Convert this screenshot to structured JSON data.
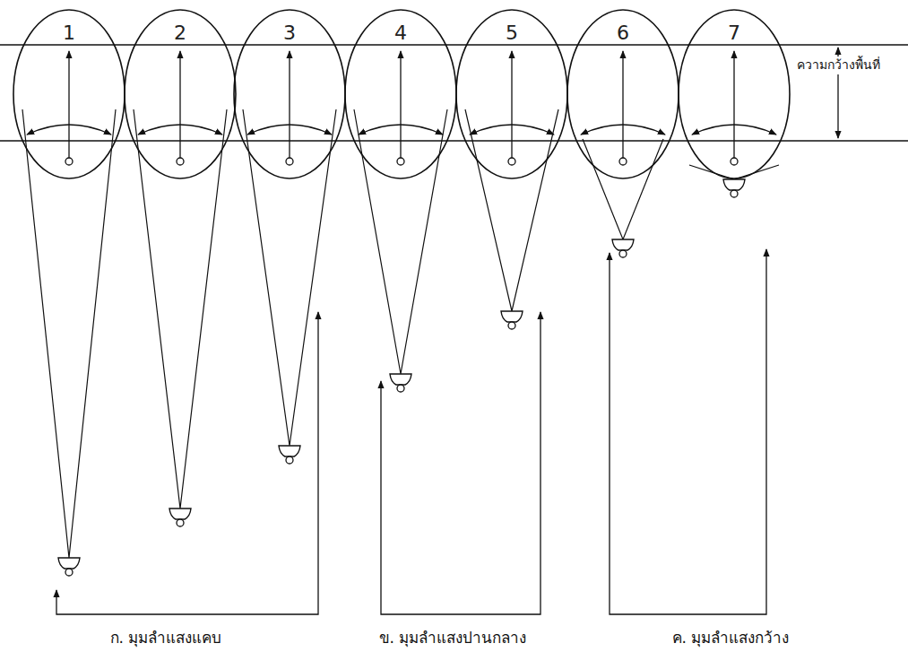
{
  "diagram": {
    "nodes": [
      {
        "text": [
          "1"
        ]
      },
      {
        "text": [
          "2"
        ]
      },
      {
        "text": [
          "3"
        ]
      },
      {
        "text": [
          "4"
        ]
      },
      {
        "text": [
          "5"
        ]
      },
      {
        "text": [
          "6"
        ]
      },
      {
        "text": [
          "7"
        ]
      }
    ],
    "labels": [
      "ความกว้างพื้นที่",
      "ก. มุมลำแสงแคบ",
      "ข. มุมลำแสงปานกลาง",
      "ค. มุมลำแสงกว้าง"
    ]
  }
}
